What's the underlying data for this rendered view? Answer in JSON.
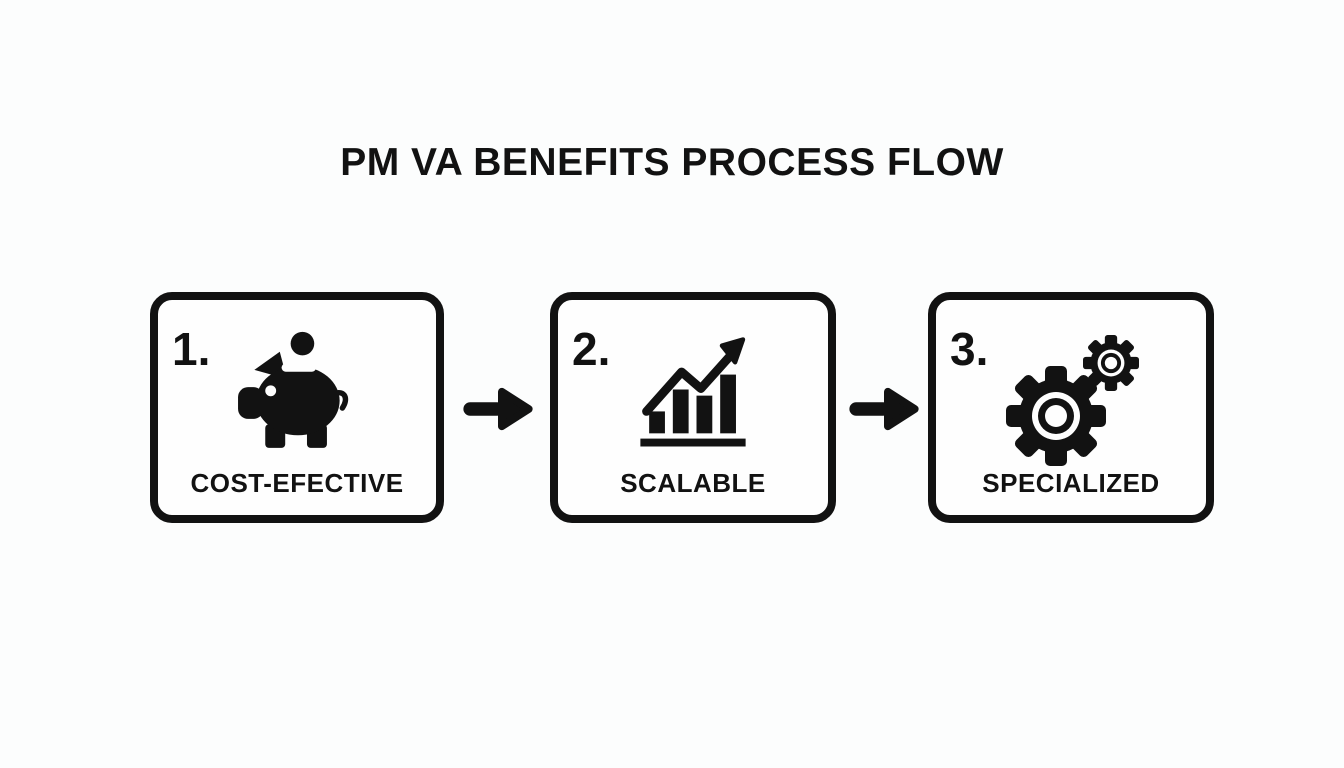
{
  "title": "PM VA BENEFITS PROCESS FLOW",
  "colors": {
    "ink": "#121212",
    "page-bg": "#fcfdfd",
    "box-bg": "#fefefe"
  },
  "steps": [
    {
      "number": "1.",
      "label": "COST-EFECTIVE",
      "icon": "piggy-bank-icon"
    },
    {
      "number": "2.",
      "label": "SCALABLE",
      "icon": "growth-bar-chart-icon"
    },
    {
      "number": "3.",
      "label": "SPECIALIZED",
      "icon": "gears-icon"
    }
  ],
  "connector_icon": "arrow-right-icon"
}
